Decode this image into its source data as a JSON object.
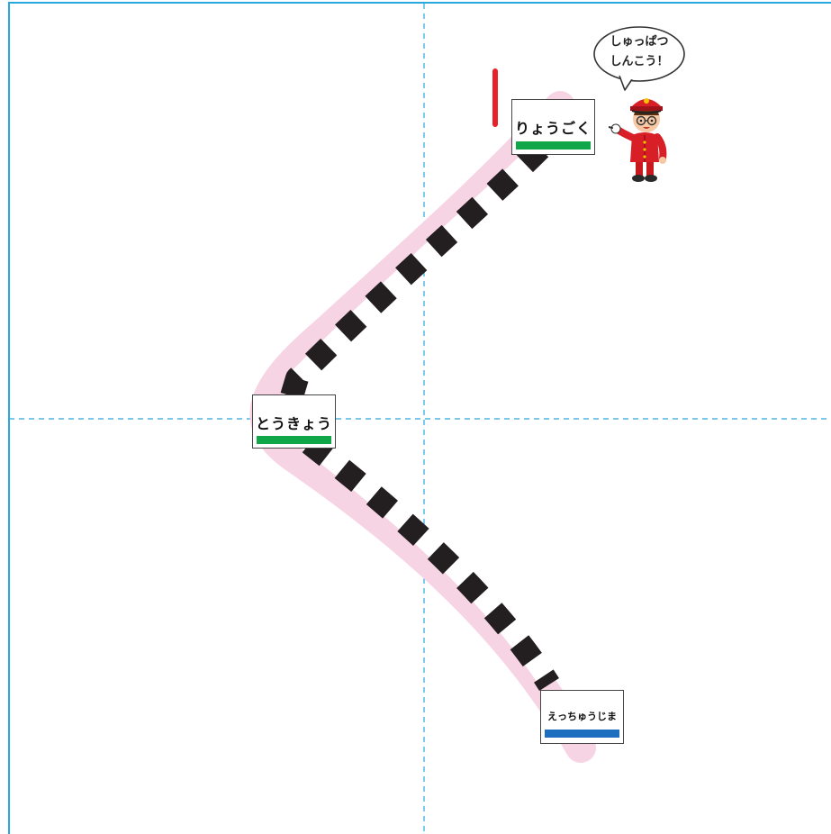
{
  "stations": [
    {
      "label": "りょうごく",
      "bar_color": "#10a64a"
    },
    {
      "label": "とうきょう",
      "bar_color": "#10a64a"
    },
    {
      "label": "えっちゅうじま",
      "bar_color": "#1e6fbf"
    }
  ],
  "speech_bubble": {
    "line1": "しゅっぱつ",
    "line2": "しんこう！"
  },
  "colors": {
    "frame": "#29a8e0",
    "guide_lines": "#29a8e0",
    "track_band": "#f7d4e4",
    "rail_dash": "#231f20",
    "start_marker": "#e8202a"
  },
  "icons": [
    "conductor-character-icon",
    "speech-bubble-icon",
    "start-marker-icon"
  ]
}
